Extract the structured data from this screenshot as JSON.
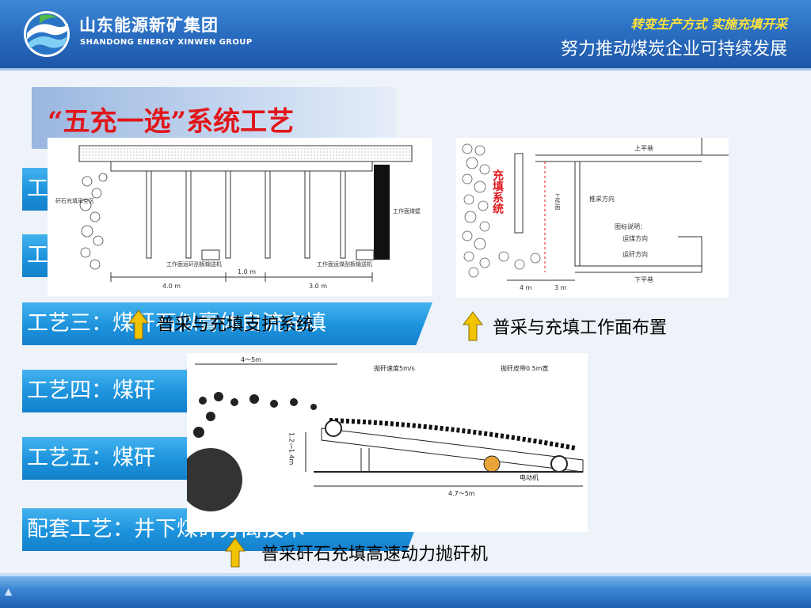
{
  "header": {
    "brand_cn": "山东能源新矿集团",
    "brand_en": "SHANDONG ENERGY XINWEN GROUP",
    "slogan_line1": "转变生产方式  实施充填开采",
    "slogan_line2": "努力推动煤炭企业可持续发展",
    "logo_icon": "wave-globe-logo-icon"
  },
  "title": "“五充一选”系统工艺",
  "tabs": [
    {
      "label": "工艺一：",
      "visible": "工"
    },
    {
      "label": "工艺二：",
      "visible": "工"
    },
    {
      "label": "工艺三：煤矸石似膏体自流充填"
    },
    {
      "label": "工艺四：煤矸"
    },
    {
      "label": "工艺五：煤矸"
    },
    {
      "label": "配套工艺：井下煤矸分离技术"
    }
  ],
  "figure1": {
    "labels": {
      "goaf": "矸石充填采空区",
      "coal_wall": "工作面煤壁",
      "conveyor_left": "工作面运矸刮板输送机",
      "conveyor_right": "工作面运煤刮板输送机",
      "dim_left": "4.0 m",
      "dim_mid": "1.0 m",
      "dim_right": "3.0 m"
    },
    "caption": "普采与充填支护系统"
  },
  "figure2": {
    "labels": {
      "system": "充填系统",
      "upper_road": "上平巷",
      "lower_road": "下平巷",
      "advance": "推采方向",
      "face": "工作面",
      "legend_title": "图标说明：",
      "coal_dir": "运煤方向",
      "gangue_dir": "运矸方向",
      "dim_a": "4 m",
      "dim_b": "3 m"
    },
    "caption": "普采与充填工作面布置"
  },
  "figure3": {
    "labels": {
      "range": "4～5m",
      "speed": "抛矸速度5m/s",
      "belt": "抛矸皮带0.5m宽",
      "height": "1.2～1.4m",
      "length": "4.7～5m",
      "motor": "电动机"
    },
    "caption": "普采矸石充填高速动力抛矸机"
  },
  "colors": {
    "title_red": "#e0161a",
    "tab_blue": "#1d93dd",
    "slogan_yellow": "#ffe23c",
    "arrow_yellow": "#f2c400"
  },
  "icons": {
    "caption_arrow": "up-arrow-icon",
    "footer_glyph": "triangle-icon"
  }
}
